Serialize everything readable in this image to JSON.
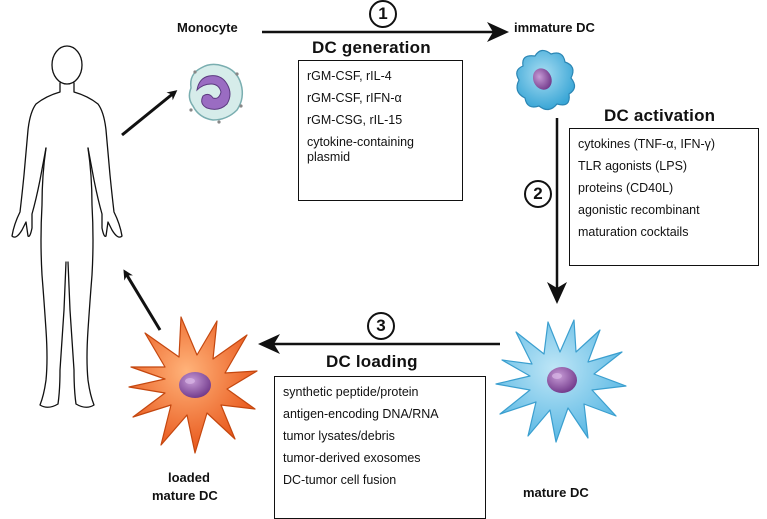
{
  "cells": {
    "monocyte": "Monocyte",
    "immature_dc": "immature DC",
    "mature_dc": "mature DC",
    "loaded_mature_dc_line1": "loaded",
    "loaded_mature_dc_line2": "mature DC"
  },
  "steps": [
    {
      "number": "1",
      "title": "DC generation",
      "items": [
        "rGM-CSF, rIL-4",
        "rGM-CSF, rIFN-α",
        "rGM-CSG, rIL-15",
        "cytokine-containing plasmid"
      ]
    },
    {
      "number": "2",
      "title": "DC activation",
      "items": [
        "cytokines (TNF-α, IFN-γ)",
        "TLR agonists (LPS)",
        "proteins (CD40L)",
        "agonistic recombinant",
        "maturation cocktails"
      ]
    },
    {
      "number": "3",
      "title": "DC loading",
      "items": [
        "synthetic peptide/protein",
        "antigen-encoding DNA/RNA",
        "tumor lysates/debris",
        "tumor-derived exosomes",
        "DC-tumor cell fusion"
      ]
    }
  ],
  "colors": {
    "monocyte_body": "#cfe8e6",
    "immature_dc_body": "#4fb3dd",
    "mature_dc_body": "#7dc9ea",
    "loaded_dc_body": "#ee6a2a",
    "nucleus": "#8a4fa3",
    "arrow": "#111111"
  }
}
